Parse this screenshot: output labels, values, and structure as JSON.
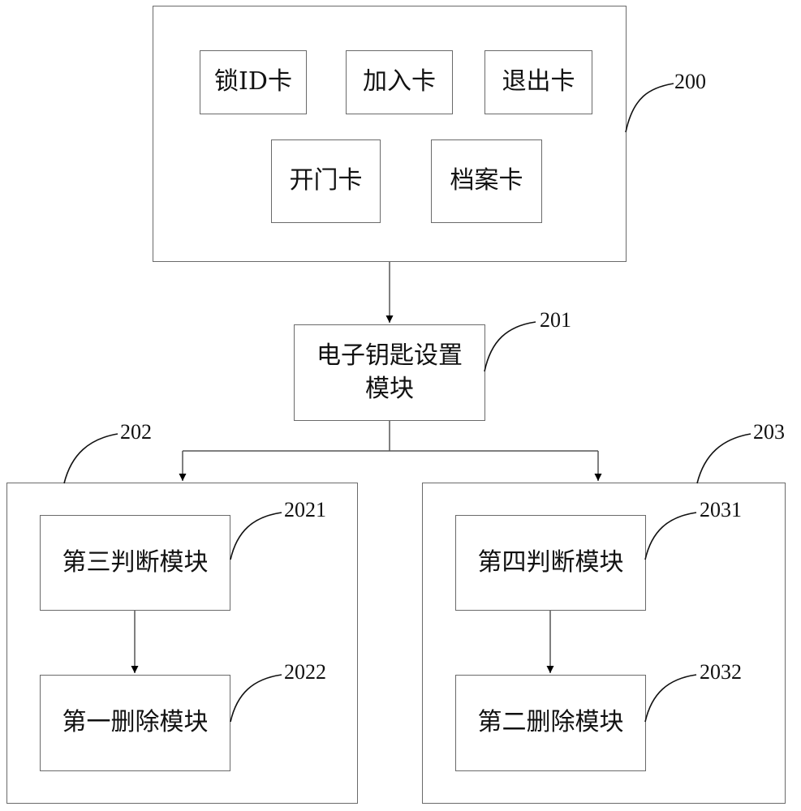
{
  "diagram": {
    "group_200": {
      "ref": "200",
      "cards": [
        {
          "id": "lock-id-card",
          "label": "锁ID卡"
        },
        {
          "id": "join-card",
          "label": "加入卡"
        },
        {
          "id": "exit-card",
          "label": "退出卡"
        },
        {
          "id": "door-open-card",
          "label": "开门卡"
        },
        {
          "id": "archive-card",
          "label": "档案卡"
        }
      ]
    },
    "module_201": {
      "ref": "201",
      "label_line1": "电子钥匙设置",
      "label_line2": "模块"
    },
    "group_202": {
      "ref": "202",
      "module_2021": {
        "ref": "2021",
        "label": "第三判断模块"
      },
      "module_2022": {
        "ref": "2022",
        "label": "第一删除模块"
      }
    },
    "group_203": {
      "ref": "203",
      "module_2031": {
        "ref": "2031",
        "label": "第四判断模块"
      },
      "module_2032": {
        "ref": "2032",
        "label": "第二删除模块"
      }
    },
    "edges": [
      {
        "from": "200",
        "to": "201"
      },
      {
        "from": "201",
        "to": "202"
      },
      {
        "from": "201",
        "to": "203"
      },
      {
        "from": "2021",
        "to": "2022"
      },
      {
        "from": "2031",
        "to": "2032"
      }
    ]
  }
}
